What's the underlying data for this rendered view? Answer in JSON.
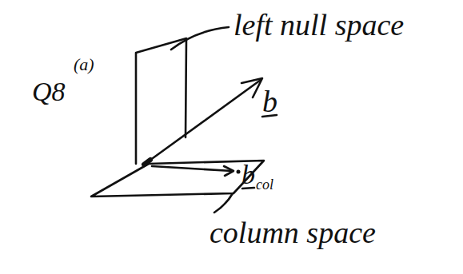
{
  "diagram": {
    "labels": [
      "Q8",
      "(a)",
      "left null space",
      "b",
      "b",
      "col",
      "column space"
    ]
  }
}
